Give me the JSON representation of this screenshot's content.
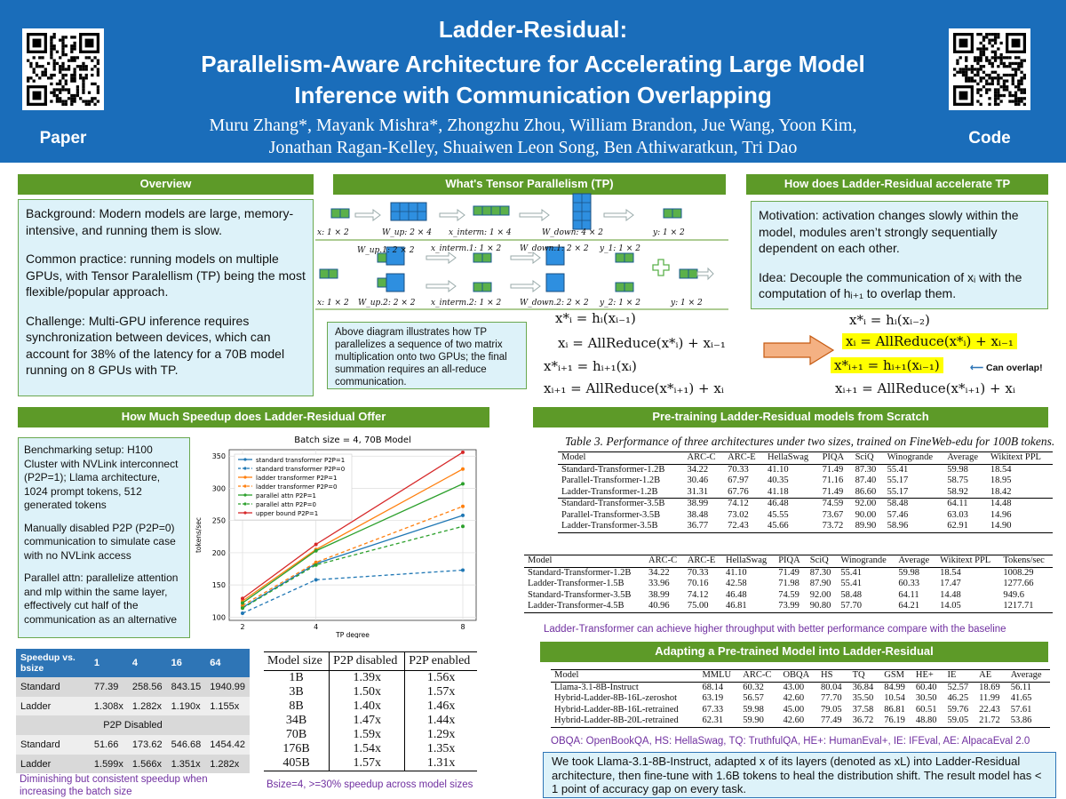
{
  "header": {
    "title1": "Ladder-Residual:",
    "title2": "Parallelism-Aware Architecture for Accelerating Large Model",
    "title3": "Inference with Communication Overlapping",
    "authors1": "Muru Zhang*, Mayank Mishra*, Zhongzhu Zhou, William Brandon, Jue Wang, Yoon Kim,",
    "authors2": "Jonathan Ragan-Kelley, Shuaiwen Leon Song, Ben Athiwaratkun, Tri Dao",
    "paper_label": "Paper",
    "code_label": "Code"
  },
  "overview": {
    "heading": "Overview",
    "p1": "Background: Modern models are large, memory-intensive, and running them is slow.",
    "p2": "Common practice: running models on multiple GPUs, with Tensor Paralellism (TP) being the most flexible/popular approach.",
    "p3": "Challenge: Multi-GPU inference requires synchronization between devices, which can account for 38% of the latency for a 70B model running on 8 GPUs with TP."
  },
  "tp": {
    "heading": "What's Tensor Parallelism (TP)",
    "row1": [
      "x: 1 × 2",
      "W_up: 2 × 4",
      "x_interm: 1 × 4",
      "W_down: 4 × 2",
      "y: 1 × 2"
    ],
    "row2a": [
      "W_up.1: 2 × 2",
      "x_interm.1: 1 × 2",
      "W_down.1: 2 × 2",
      "y_1: 1 × 2"
    ],
    "row2b": [
      "x: 1 × 2",
      "W_up.2: 2 × 2",
      "x_interm.2: 1 × 2",
      "W_down.2: 2 × 2",
      "y_2: 1 × 2",
      "y: 1 × 2"
    ],
    "caption": "Above diagram illustrates how TP parallelizes a sequence of two matrix multiplication onto two GPUs; the final summation requires an all-reduce communication.",
    "eqs": [
      "x*ᵢ = hᵢ(xᵢ₋₁)",
      "xᵢ = AllReduce(x*ᵢ) + xᵢ₋₁",
      "x*ᵢ₊₁ = hᵢ₊₁(xᵢ)",
      "xᵢ₊₁ = AllReduce(x*ᵢ₊₁) + xᵢ"
    ]
  },
  "ladder": {
    "heading": "How does Ladder-Residual accelerate TP",
    "p1": "Motivation: activation changes slowly within the model, modules aren’t strongly sequentially dependent on each other.",
    "p2": "Idea: Decouple the communication of xᵢ with the computation of hᵢ₊₁ to overlap them.",
    "eqs": [
      "x*ᵢ = hᵢ(xᵢ₋₂)",
      "xᵢ = AllReduce(x*ᵢ) + xᵢ₋₁",
      "x*ᵢ₊₁ = hᵢ₊₁(xᵢ₋₁)",
      "xᵢ₊₁ = AllReduce(x*ᵢ₊₁) + xᵢ"
    ],
    "overlap_label": "Can overlap!"
  },
  "speedup": {
    "heading": "How Much Speedup does Ladder-Residual Offer",
    "p1": "Benchmarking setup: H100 Cluster with NVLink interconnect (P2P=1); Llama architecture, 1024 prompt tokens, 512 generated tokens",
    "p2": "Manually disabled P2P (P2P=0) communication to simulate case with no NVLink access",
    "p3": "Parallel attn: parallelize attention and mlp within the same layer, effectively cut half of the communication as an alternative",
    "table_header": [
      "Speedup vs. bsize",
      "1",
      "4",
      "16",
      "64"
    ],
    "rows": [
      [
        "Standard",
        "77.39",
        "258.56",
        "843.15",
        "1940.99"
      ],
      [
        "Ladder",
        "1.308x",
        "1.282x",
        "1.190x",
        "1.155x"
      ]
    ],
    "p2p_disabled": "P2P Disabled",
    "rows2": [
      [
        "Standard",
        "51.66",
        "173.62",
        "546.68",
        "1454.42"
      ],
      [
        "Ladder",
        "1.599x",
        "1.566x",
        "1.351x",
        "1.282x"
      ]
    ],
    "note_left": "Diminishing but consistent speedup when increasing the batch size",
    "size_header": [
      "Model size",
      "P2P disabled",
      "P2P enabled"
    ],
    "size_rows": [
      [
        "1B",
        "1.39x",
        "1.56x"
      ],
      [
        "3B",
        "1.50x",
        "1.57x"
      ],
      [
        "8B",
        "1.40x",
        "1.46x"
      ],
      [
        "34B",
        "1.47x",
        "1.44x"
      ],
      [
        "70B",
        "1.59x",
        "1.29x"
      ],
      [
        "176B",
        "1.54x",
        "1.35x"
      ],
      [
        "405B",
        "1.57x",
        "1.31x"
      ]
    ],
    "note_right": "Bsize=4, >=30% speedup across model sizes"
  },
  "chart_data": {
    "type": "line",
    "title": "Batch size = 4, 70B Model",
    "xlabel": "TP degree",
    "ylabel": "tokens/sec",
    "x": [
      2,
      4,
      8
    ],
    "ylim": [
      95,
      360
    ],
    "yticks": [
      100,
      150,
      200,
      250,
      300,
      350
    ],
    "series": [
      {
        "name": "standard transformer P2P=1",
        "color": "#1f77b4",
        "dash": false,
        "values": [
          115,
          183,
          258
        ]
      },
      {
        "name": "standard transformer P2P=0",
        "color": "#1f77b4",
        "dash": true,
        "values": [
          106,
          158,
          173
        ]
      },
      {
        "name": "ladder transformer P2P=1",
        "color": "#ff7f0e",
        "dash": false,
        "values": [
          125,
          205,
          330
        ]
      },
      {
        "name": "ladder transformer P2P=0",
        "color": "#ff7f0e",
        "dash": true,
        "values": [
          118,
          185,
          272
        ]
      },
      {
        "name": "parallel attn P2P=1",
        "color": "#2ca02c",
        "dash": false,
        "values": [
          122,
          203,
          307
        ]
      },
      {
        "name": "parallel attn P2P=0",
        "color": "#2ca02c",
        "dash": true,
        "values": [
          114,
          181,
          241
        ]
      },
      {
        "name": "upper bound P2P=1",
        "color": "#d62728",
        "dash": false,
        "values": [
          129,
          213,
          356
        ]
      }
    ]
  },
  "pretrain": {
    "heading": "Pre-training Ladder-Residual models from Scratch",
    "caption": "Table 3. Performance of three architectures under two sizes, trained on FineWeb-edu for 100B tokens.",
    "t3_header": [
      "Model",
      "ARC-C",
      "ARC-E",
      "HellaSwag",
      "PIQA",
      "SciQ",
      "Winogrande",
      "Average",
      "Wikitext PPL"
    ],
    "t3_rows1": [
      [
        "Standard-Transformer-1.2B",
        "34.22",
        "70.33",
        "41.10",
        "71.49",
        "87.30",
        "55.41",
        "59.98",
        "18.54"
      ],
      [
        "Parallel-Transformer-1.2B",
        "30.46",
        "67.97",
        "40.35",
        "71.16",
        "87.40",
        "55.17",
        "58.75",
        "18.95"
      ],
      [
        "Ladder-Transformer-1.2B",
        "31.31",
        "67.76",
        "41.18",
        "71.49",
        "86.60",
        "55.17",
        "58.92",
        "18.42"
      ]
    ],
    "t3_rows2": [
      [
        "Standard-Transformer-3.5B",
        "38.99",
        "74.12",
        "46.48",
        "74.59",
        "92.00",
        "58.48",
        "64.11",
        "14.48"
      ],
      [
        "Parallel-Transformer-3.5B",
        "38.48",
        "73.02",
        "45.55",
        "73.67",
        "90.00",
        "57.46",
        "63.03",
        "14.96"
      ],
      [
        "Ladder-Transformer-3.5B",
        "36.77",
        "72.43",
        "45.66",
        "73.72",
        "89.90",
        "58.96",
        "62.91",
        "14.90"
      ]
    ],
    "t4_header": [
      "Model",
      "ARC-C",
      "ARC-E",
      "HellaSwag",
      "PIQA",
      "SciQ",
      "Winogrande",
      "Average",
      "Wikitext PPL",
      "Tokens/sec"
    ],
    "t4_rows": [
      [
        "Standard-Transformer-1.2B",
        "34.22",
        "70.33",
        "41.10",
        "71.49",
        "87.30",
        "55.41",
        "59.98",
        "18.54",
        "1008.29"
      ],
      [
        "Ladder-Transformer-1.5B",
        "33.96",
        "70.16",
        "42.58",
        "71.98",
        "87.90",
        "55.41",
        "60.33",
        "17.47",
        "1277.66"
      ],
      [
        "Standard-Transformer-3.5B",
        "38.99",
        "74.12",
        "46.48",
        "74.59",
        "92.00",
        "58.48",
        "64.11",
        "14.48",
        "949.6"
      ],
      [
        "Ladder-Transformer-4.5B",
        "40.96",
        "75.00",
        "46.81",
        "73.99",
        "90.80",
        "57.70",
        "64.21",
        "14.05",
        "1217.71"
      ]
    ],
    "note": "Ladder-Transformer can achieve higher throughput with better performance compare with the baseline"
  },
  "adapt": {
    "heading": "Adapting a Pre-trained Model into Ladder-Residual",
    "header": [
      "Model",
      "MMLU",
      "ARC-C",
      "OBQA",
      "HS",
      "TQ",
      "GSM",
      "HE+",
      "IE",
      "AE",
      "Average"
    ],
    "rows": [
      [
        "Llama-3.1-8B-Instruct",
        "68.14",
        "60.32",
        "43.00",
        "80.04",
        "36.84",
        "84.99",
        "60.40",
        "52.57",
        "18.69",
        "56.11"
      ],
      [
        "Hybrid-Ladder-8B-16L-zeroshot",
        "63.19",
        "56.57",
        "42.60",
        "77.70",
        "35.50",
        "10.54",
        "30.50",
        "46.25",
        "11.99",
        "41.65"
      ],
      [
        "Hybrid-Ladder-8B-16L-retrained",
        "67.33",
        "59.98",
        "45.00",
        "79.05",
        "37.58",
        "86.81",
        "60.51",
        "59.76",
        "22.43",
        "57.61"
      ],
      [
        "Hybrid-Ladder-8B-20L-retrained",
        "62.31",
        "59.90",
        "42.60",
        "77.49",
        "36.72",
        "76.19",
        "48.80",
        "59.05",
        "21.72",
        "53.86"
      ]
    ],
    "legend": "OBQA: OpenBookQA, HS: HellaSwag, TQ: TruthfulQA, HE+: HumanEval+,  IE: IFEval, AE: AlpacaEval 2.0",
    "summary": "We took Llama-3.1-8B-Instruct, adapted x of its layers (denoted as xL) into Ladder-Residual architecture, then fine-tune with 1.6B tokens to heal the distribution shift. The result model has < 1 point of  accuracy gap on every task."
  }
}
